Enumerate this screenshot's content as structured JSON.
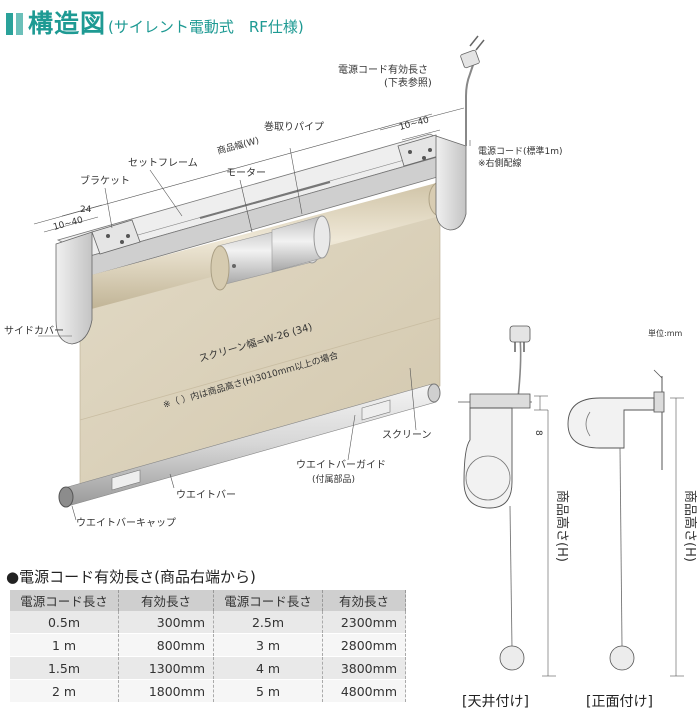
{
  "title": {
    "main": "構造図",
    "sub": "(サイレント電動式　RF仕様)"
  },
  "labels": {
    "cord_length": "電源コード有効長さ",
    "cord_length_ref": "(下表参照)",
    "cord_standard": "電源コード(標準1m)",
    "cord_right": "※右側配線",
    "roll_pipe": "巻取りパイプ",
    "product_width": "商品幅(W)",
    "set_frame": "セットフレーム",
    "motor": "モーター",
    "bracket": "ブラケット",
    "dim_24": "24",
    "dim_10_40_left": "10~40",
    "dim_10_40_right": "10~40",
    "side_cover": "サイドカバー",
    "screen_width": "スクリーン幅=W-26 (34)",
    "screen_note": "※（ ）内は商品高さ(H)3010mm以上の場合",
    "screen": "スクリーン",
    "weight_bar_guide": "ウエイトバーガイド",
    "attached_parts": "(付属部品)",
    "weight_bar": "ウエイトバー",
    "weight_bar_cap": "ウエイトバーキャップ",
    "unit": "単位:mm",
    "dim_8": "8",
    "height_left": "商品高さ(H)",
    "height_right": "商品高さ(H)",
    "ceiling_mount": "[天井付け]",
    "front_mount": "[正面付け]"
  },
  "table": {
    "heading": "●電源コード有効長さ(商品右端から)",
    "headers": [
      "電源コード長さ",
      "有効長さ",
      "電源コード長さ",
      "有効長さ"
    ],
    "rows": [
      [
        "0.5m",
        "300mm",
        "2.5m",
        "2300mm"
      ],
      [
        "1 m",
        "800mm",
        "3 m",
        "2800mm"
      ],
      [
        "1.5m",
        "1300mm",
        "4 m",
        "3800mm"
      ],
      [
        "2 m",
        "1800mm",
        "5 m",
        "4800mm"
      ]
    ]
  },
  "colors": {
    "accent": "#1e9a93",
    "screen": "#ddd3bd",
    "frame": "#d9d9d9"
  }
}
